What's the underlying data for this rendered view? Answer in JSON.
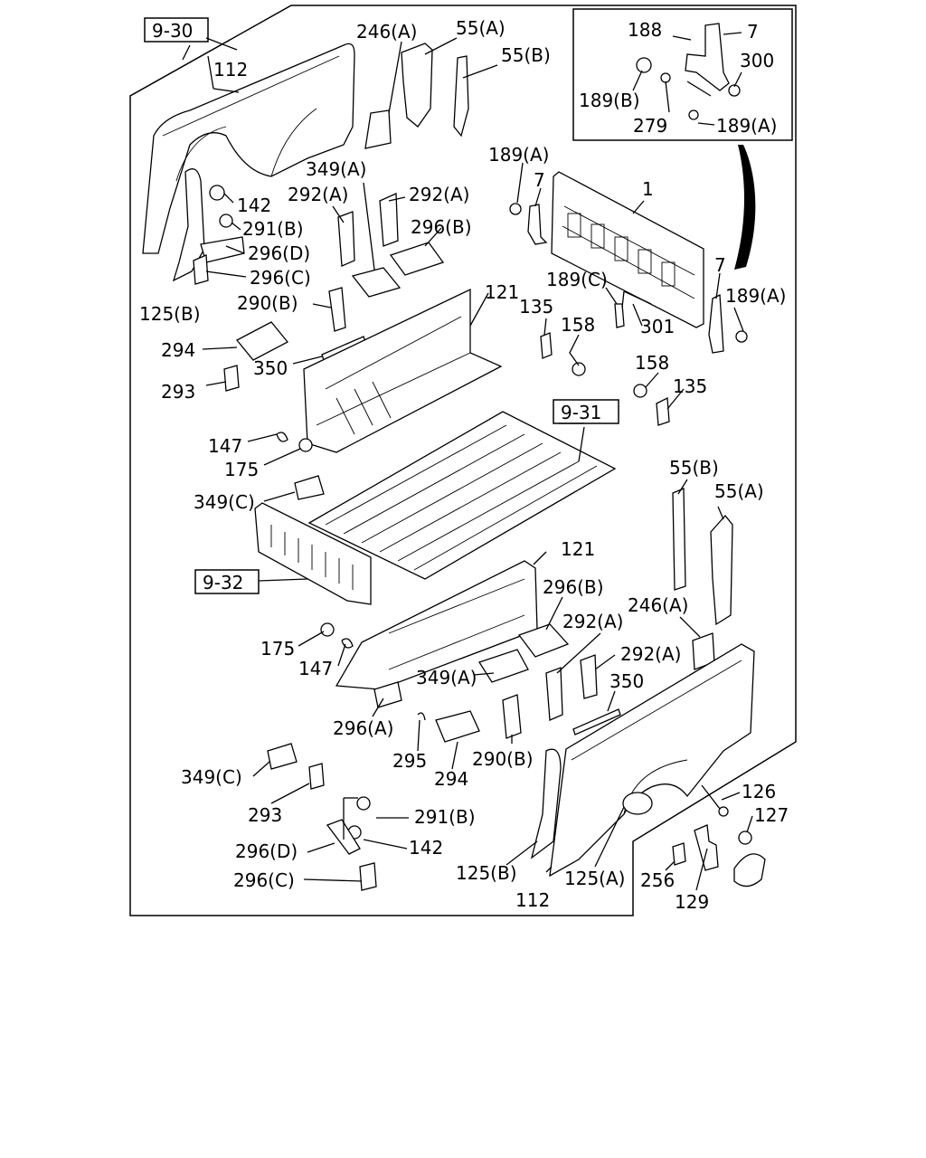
{
  "refs": {
    "r930": "9-30",
    "r931": "9-31",
    "r932": "9-32"
  },
  "labels": {
    "l112a": "112",
    "l246a1": "246(A)",
    "l55a1": "55(A)",
    "l55b1": "55(B)",
    "l188": "188",
    "l7a": "7",
    "l300": "300",
    "l189b": "189(B)",
    "l279": "279",
    "l189a1": "189(A)",
    "l142a": "142",
    "l291b1": "291(B)",
    "l296d1": "296(D)",
    "l296c1": "296(C)",
    "l125b1": "125(B)",
    "l349a1": "349(A)",
    "l292a1": "292(A)",
    "l292a2": "292(A)",
    "l296b1": "296(B)",
    "l189a2": "189(A)",
    "l7b": "7",
    "l1": "1",
    "l7c": "7",
    "l189c": "189(C)",
    "l189a3": "189(A)",
    "l301": "301",
    "l290b1": "290(B)",
    "l121a": "121",
    "l135a": "135",
    "l158a": "158",
    "l294a": "294",
    "l350a": "350",
    "l293a": "293",
    "l158b": "158",
    "l135b": "135",
    "l147a": "147",
    "l175a": "175",
    "l349c1": "349(C)",
    "l55b2": "55(B)",
    "l55a2": "55(A)",
    "l121b": "121",
    "l296b2": "296(B)",
    "l292a3": "292(A)",
    "l246a2": "246(A)",
    "l175b": "175",
    "l292a4": "292(A)",
    "l147b": "147",
    "l349a2": "349(A)",
    "l350b": "350",
    "l296a": "296(A)",
    "l295": "295",
    "l290b2": "290(B)",
    "l294b": "294",
    "l349c2": "349(C)",
    "l126": "126",
    "l293b": "293",
    "l291b2": "291(B)",
    "l127": "127",
    "l296d2": "296(D)",
    "l142b": "142",
    "l256": "256",
    "l296c2": "296(C)",
    "l125b2": "125(B)",
    "l125a": "125(A)",
    "l129": "129",
    "l112b": "112"
  }
}
